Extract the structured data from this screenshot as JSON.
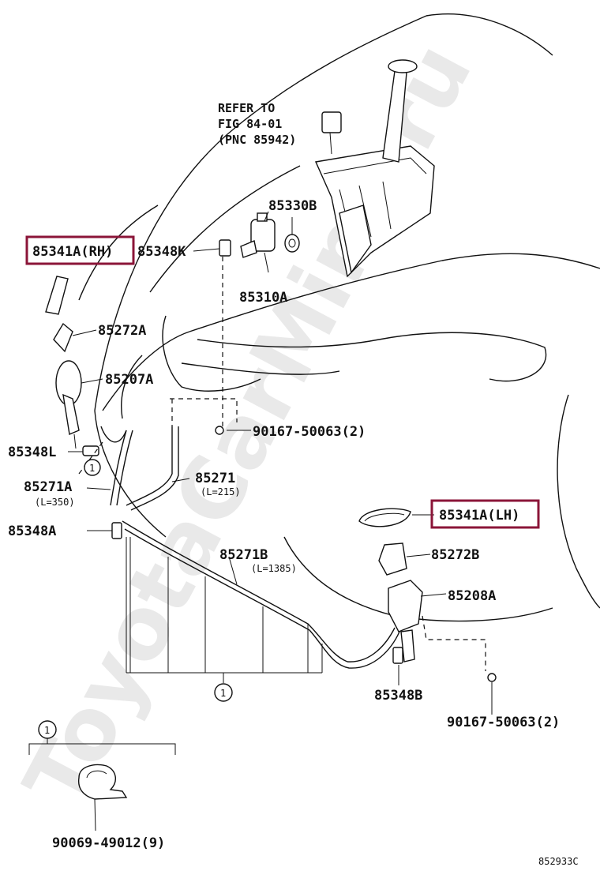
{
  "watermark": "ToyotaCarMine.ru",
  "refer_note": {
    "line1": "REFER TO",
    "line2": "FIG 84-01",
    "line3": "(PNC 85942)"
  },
  "callouts": {
    "p85341A_RH": "85341A(RH)",
    "p85348K": "85348K",
    "p85330B": "85330B",
    "p85310A": "85310A",
    "p85272A": "85272A",
    "p85207A": "85207A",
    "p90167_top": "90167-50063(2)",
    "p85348L": "85348L",
    "p85271A": "85271A",
    "p85271A_len": "(L=350)",
    "p85271": "85271",
    "p85271_len": "(L=215)",
    "p85348A": "85348A",
    "p85341A_LH": "85341A(LH)",
    "p85271B": "85271B",
    "p85271B_len": "(L=1385)",
    "p85272B": "85272B",
    "p85208A": "85208A",
    "p85348B": "85348B",
    "p90167_bottom": "90167-50063(2)",
    "p90069": "90069-49012(9)"
  },
  "circle_marker": "1",
  "figure_code": "852933C",
  "colors": {
    "highlight": "#8b1538",
    "line": "#111111",
    "watermark": "#e9e9e9"
  }
}
